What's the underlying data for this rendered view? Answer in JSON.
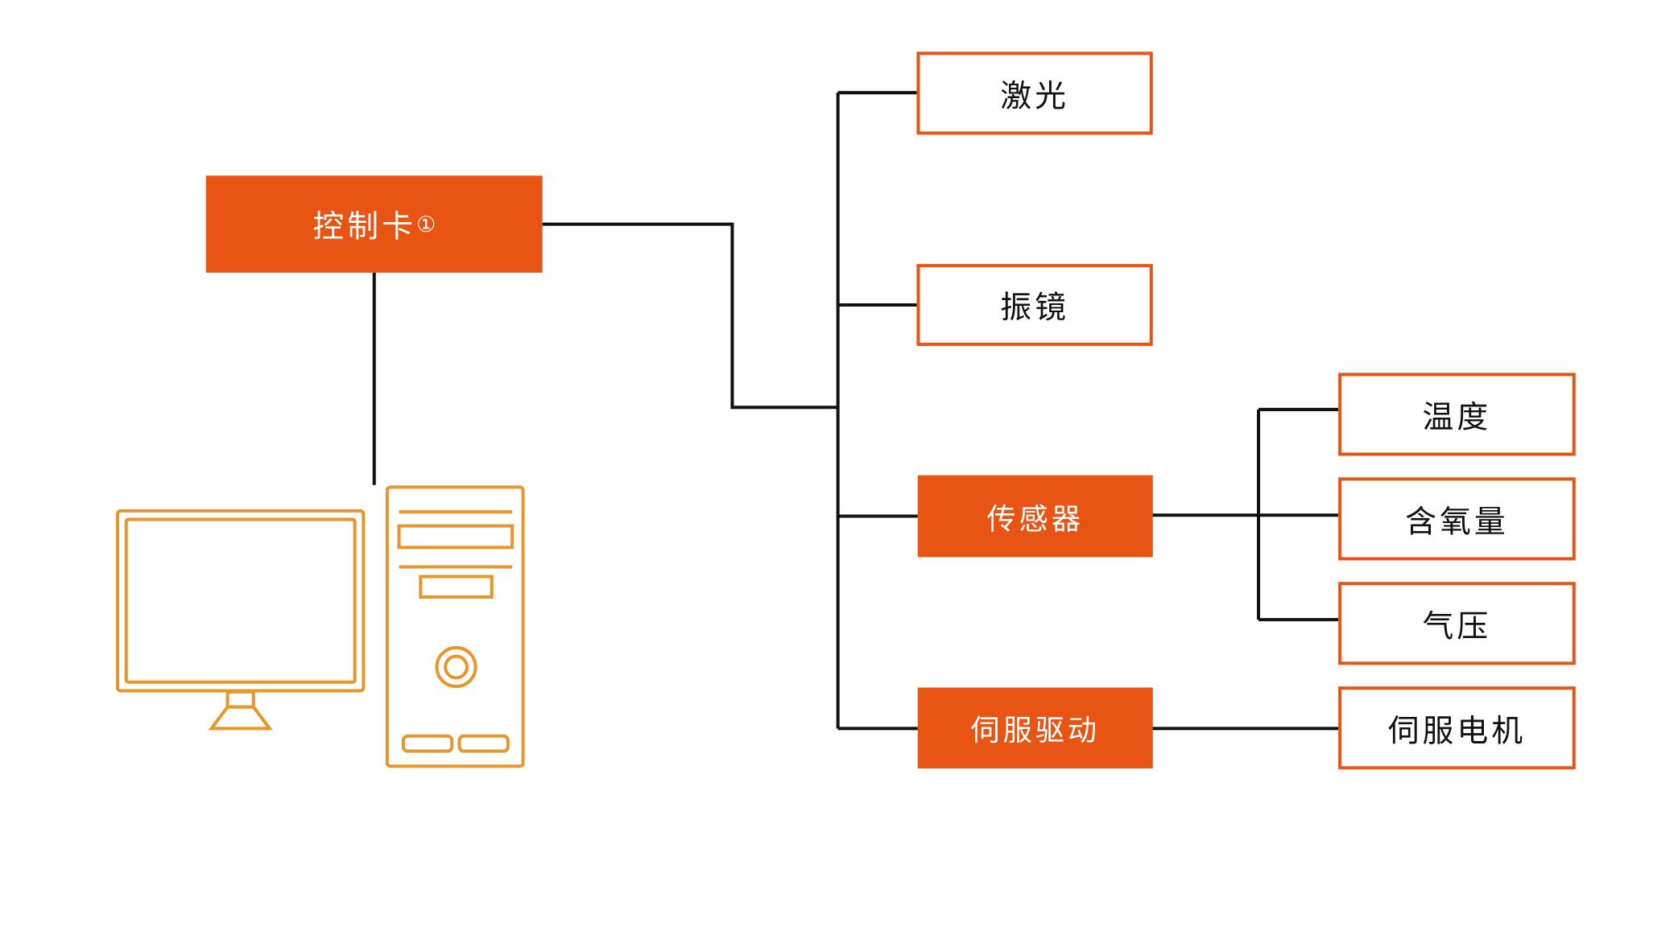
{
  "colors": {
    "accent": "#e85413",
    "computer_outline": "#e8952a",
    "connector": "#111111"
  },
  "control_card": {
    "label": "控制卡",
    "note_mark": "①"
  },
  "branches": {
    "laser": "激光",
    "galvo": "振镜",
    "sensor": "传感器",
    "servo_drive": "伺服驱动"
  },
  "sensor_children": {
    "temperature": "温度",
    "oxygen": "含氧量",
    "pressure": "气压"
  },
  "servo_child": {
    "motor": "伺服电机"
  },
  "icons": {
    "monitor": "monitor-icon",
    "pc_tower": "pc-tower-icon"
  }
}
